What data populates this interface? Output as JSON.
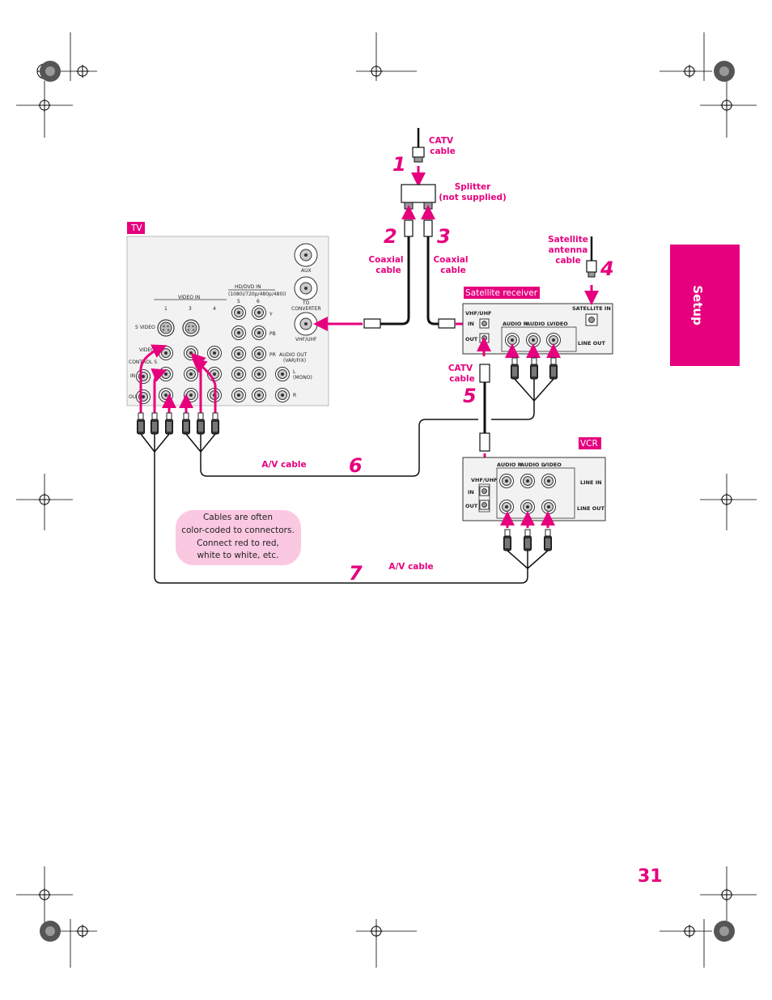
{
  "section_tab": "Setup",
  "page_number": "31",
  "steps": [
    "1",
    "2",
    "3",
    "4",
    "5",
    "6",
    "7"
  ],
  "tags": {
    "tv": "TV",
    "satellite_receiver": "Satellite receiver",
    "vcr": "VCR"
  },
  "labels": {
    "catv_cable_top": [
      "CATV",
      "cable"
    ],
    "splitter": [
      "Splitter",
      "(not supplied)"
    ],
    "coaxial_left": [
      "Coaxial",
      "cable"
    ],
    "coaxial_right": [
      "Coaxial",
      "cable"
    ],
    "satellite_antenna": [
      "Satellite",
      "antenna",
      "cable"
    ],
    "catv_cable_mid": [
      "CATV",
      "cable"
    ],
    "av_cable_6": "A/V cable",
    "av_cable_7": "A/V cable"
  },
  "note": [
    "Cables are often",
    "color-coded to connectors.",
    "Connect red to red,",
    "white to white, etc."
  ],
  "colors": {
    "accent": "#e6007e",
    "note_bg": "#fbc8e2",
    "panel_bg": "#f2f2f2"
  },
  "tv_panel": {
    "video_in": "VIDEO IN",
    "hd_dvd_in": "HD/DVD IN",
    "hd_dvd_sub": "(1080i/720p/480p/480i)",
    "col1": "1",
    "col3": "3",
    "col4": "4",
    "col5": "5",
    "col6": "6",
    "s_video": "S VIDEO",
    "video": "VIDEO",
    "control_s": "CONTROL S",
    "in": "IN",
    "out": "OUT",
    "aux": "AUX",
    "to": "TO",
    "converter": "CONVERTER",
    "vhf_uhf": "VHF/UHF",
    "y": "Y",
    "pb": "PB",
    "pr": "PR",
    "audio_out": "AUDIO OUT",
    "audio_out_sub": "(VAR/FIX)",
    "l": "L",
    "mono": "(MONO)",
    "r": "R"
  },
  "sat_panel": {
    "vhf_uhf": "VHF/UHF",
    "in": "IN",
    "out": "OUT",
    "audio_r": "AUDIO R",
    "audio_l": "AUDIO L",
    "video": "VIDEO",
    "line_out": "LINE OUT",
    "satellite_in": "SATELLITE IN"
  },
  "vcr_panel": {
    "vhf_uhf": "VHF/UHF",
    "in": "IN",
    "out": "OUT",
    "audio_r": "AUDIO R",
    "audio_l": "AUDIO L",
    "video": "VIDEO",
    "line_in": "LINE IN",
    "line_out": "LINE OUT"
  }
}
